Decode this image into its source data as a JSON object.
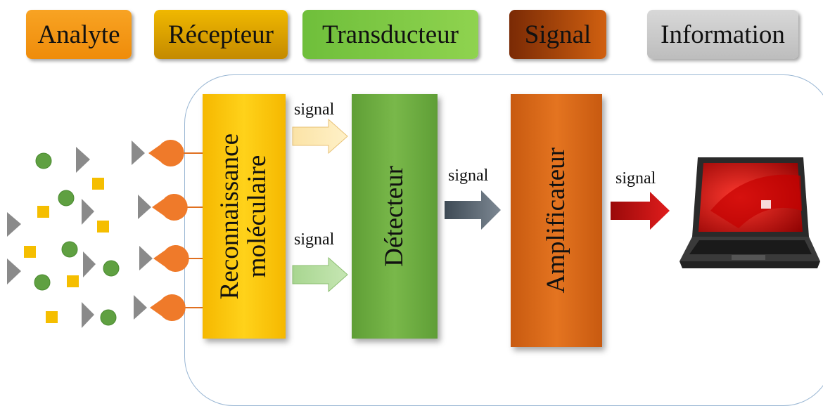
{
  "legend": {
    "analyte": "Analyte",
    "recepteur": "Récepteur",
    "transducteur": "Transducteur",
    "signal": "Signal",
    "information": "Information"
  },
  "boxes": {
    "recognition": "Reconnaissance\nmoléculaire",
    "detector": "Détecteur",
    "amplifier": "Amplificateur"
  },
  "arrows": {
    "signal_top": "signal",
    "signal_bottom": "signal",
    "signal_detector": "signal",
    "signal_amplifier": "signal"
  },
  "colors": {
    "analyte": "#f39a16",
    "recepteur": "#e0a800",
    "transducteur": "#7cc545",
    "signal": "#a8430a",
    "information": "#cccccc",
    "circle": "#5fa041",
    "square": "#f5be00",
    "triangle": "#8a8a8a",
    "receptor": "#ef7a2a"
  },
  "icons": {
    "output_device": "laptop-icon"
  }
}
